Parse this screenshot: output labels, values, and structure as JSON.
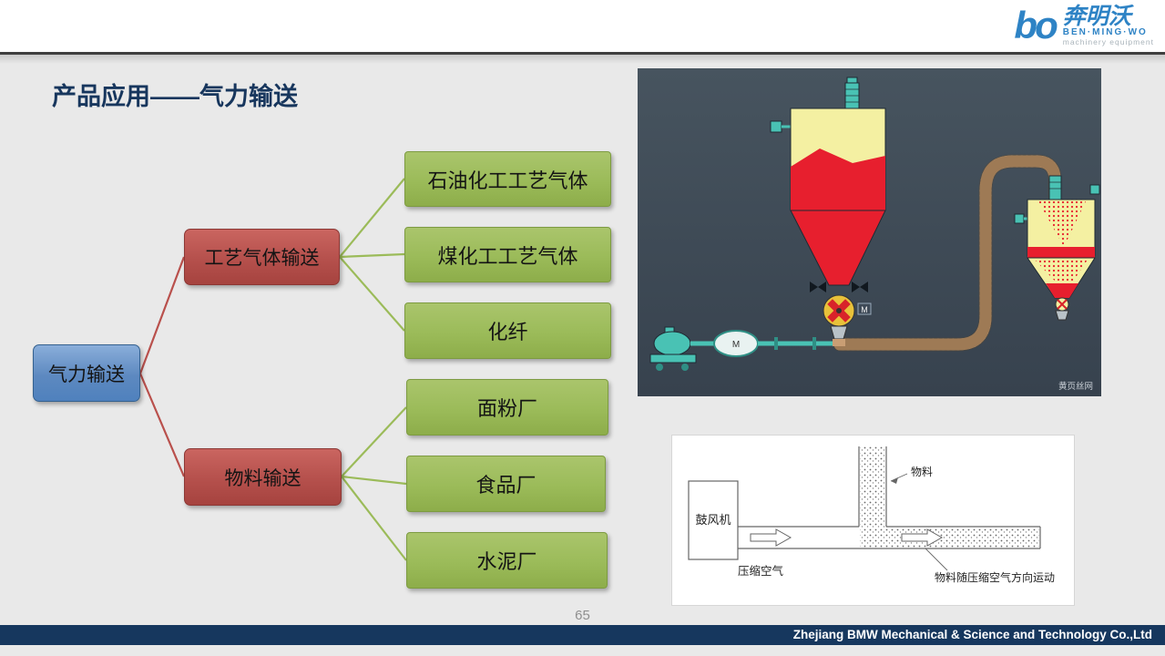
{
  "meta": {
    "page_number": "65"
  },
  "header": {
    "logo": {
      "mark": "bo",
      "name_cn": "奔明沃",
      "name_en": "BEN·MING·WO",
      "tagline": "machinery equipment"
    }
  },
  "title": "产品应用——气力输送",
  "flowchart": {
    "root": "气力输送",
    "branches": [
      {
        "label": "工艺气体输送",
        "children": [
          "石油化工工艺气体",
          "煤化工工艺气体",
          "化纤"
        ]
      },
      {
        "label": "物料输送",
        "children": [
          "面粉厂",
          "食品厂",
          "水泥厂"
        ]
      }
    ]
  },
  "system_image": {
    "watermark": "黄页丝网"
  },
  "schematic": {
    "blower_label": "鼓风机",
    "material_label": "物料",
    "air_label": "压缩空气",
    "flow_label": "物料随压缩空气方向运动",
    "vessel_label": "M",
    "valve_label": "M"
  },
  "footer": {
    "company": "Zhejiang BMW Mechanical & Science and Technology Co.,Ltd"
  },
  "colors": {
    "root_box": "#4f81bd",
    "branch_box": "#b5504c",
    "leaf_box": "#9bbb59",
    "red_line": "#b9504c",
    "green_line": "#9bbb59",
    "footer_bar": "#16375e",
    "title_text": "#17365d",
    "logo_blue": "#2e83c5",
    "photo_bg": "#3e4a57"
  }
}
